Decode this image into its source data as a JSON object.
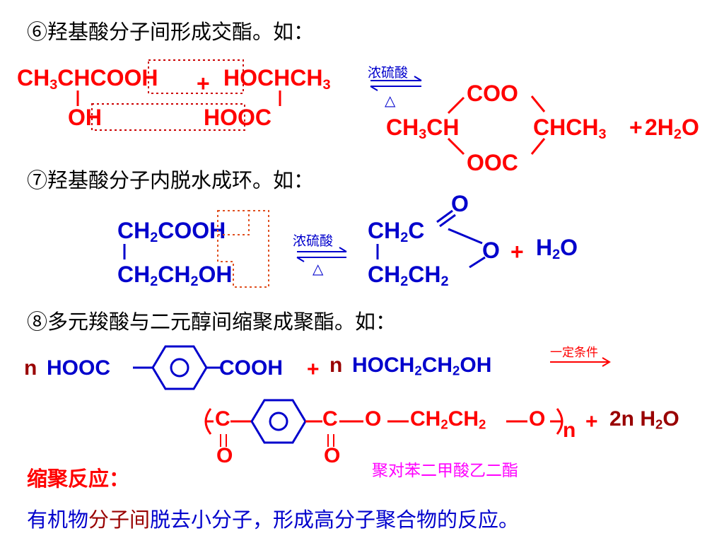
{
  "s6": {
    "title": "⑥羟基酸分子间形成交酯。如：",
    "r1_line1": "CH",
    "r1_line1b": "CHCOOH",
    "plus": "+",
    "r2_line1": "HOCHCH",
    "r1_oh": "OH",
    "r2_hooc": "HOOC",
    "catalyst": "浓硫酸",
    "heat": "△",
    "p_coo": "COO",
    "p_ch3ch": "CH",
    "p_ch3ch_b": "CH",
    "p_chch3": "CHCH",
    "p_plus": "+",
    "p_water": "2H",
    "p_water_o": "O",
    "p_ooc": "OOC"
  },
  "s7": {
    "title": "⑦羟基酸分子内脱水成环。如：",
    "r_top_a": "CH",
    "r_top_b": "COOH",
    "r_bot_a": "CH",
    "r_bot_b": "CH",
    "r_bot_c": "OH",
    "catalyst": "浓硫酸",
    "heat": "△",
    "p_o_top": "O",
    "p_top_a": "CH",
    "p_top_b": "C",
    "p_o_ring": "O",
    "p_plus": "+",
    "p_water_a": "H",
    "p_water_b": "O",
    "p_bot_a": "CH",
    "p_bot_b": "CH"
  },
  "s8": {
    "title": "⑧多元羧酸与二元醇间缩聚成聚酯。如：",
    "n1": "n",
    "hooc": "HOOC",
    "cooh": "COOH",
    "plus1": "+",
    "n2": "n",
    "glycol_a": "HOCH",
    "glycol_b": "CH",
    "glycol_c": "OH",
    "condition": "一定条件",
    "poly_c1": "C",
    "poly_c2": "C",
    "poly_o_link": "O",
    "poly_ch_a": "CH",
    "poly_ch_b": "CH",
    "poly_o_end": "O",
    "poly_n": "n",
    "poly_o1": "O",
    "poly_o2": "O",
    "plus2": "+",
    "water_a": "2n H",
    "water_b": "O",
    "product_name": "聚对苯二甲酸乙二酯"
  },
  "definition": {
    "label": "缩聚反应：",
    "text_a": "有机物",
    "text_b": "分子间",
    "text_c": "脱去小分子，形成高分子聚合物的反应。"
  },
  "colors": {
    "red": "#ff0000",
    "blue": "#0000cc",
    "dark_red": "#990000",
    "magenta": "#ff00ff"
  }
}
